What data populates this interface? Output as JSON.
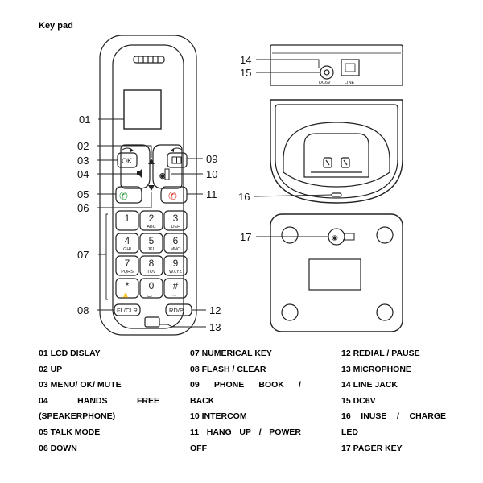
{
  "title": "Key pad",
  "callouts": {
    "n01": "01",
    "n02": "02",
    "n03": "03",
    "n04": "04",
    "n05": "05",
    "n06": "06",
    "n07": "07",
    "n08": "08",
    "n09": "09",
    "n10": "10",
    "n11": "11",
    "n12": "12",
    "n13": "13",
    "n14": "14",
    "n15": "15",
    "n16": "16",
    "n17": "17"
  },
  "handset": {
    "ok_label": "OK",
    "fl_clr_label": "FL/CLR",
    "rd_p_label": "RD/P",
    "keys": [
      {
        "digit": "1",
        "letters": ""
      },
      {
        "digit": "2",
        "letters": "ABC"
      },
      {
        "digit": "3",
        "letters": "DEF"
      },
      {
        "digit": "4",
        "letters": "GHI"
      },
      {
        "digit": "5",
        "letters": "JKL"
      },
      {
        "digit": "6",
        "letters": "MNO"
      },
      {
        "digit": "7",
        "letters": "PQRS"
      },
      {
        "digit": "8",
        "letters": "TUV"
      },
      {
        "digit": "9",
        "letters": "WXYZ"
      },
      {
        "digit": "*",
        "letters": ""
      },
      {
        "digit": "0",
        "letters": ""
      },
      {
        "digit": "#",
        "letters": ""
      }
    ]
  },
  "base": {
    "dc_label": "DC6V",
    "line_label": "LINE"
  },
  "legend": {
    "l01": "01 LCD DISLAY",
    "l02": "02 UP",
    "l03": "03 MENU/ OK/ MUTE",
    "l04_num": "04",
    "l04_a": "HANDS",
    "l04_b": "FREE",
    "l04_cont": "(SPEAKERPHONE)",
    "l05": "05 TALK MODE",
    "l06": "06 DOWN",
    "l07": "07 NUMERICAL KEY",
    "l08": "08 FLASH / CLEAR",
    "l09_a": "09",
    "l09_b": "PHONE",
    "l09_c": "BOOK",
    "l09_d": "/",
    "l09_cont": "BACK",
    "l10": "10 INTERCOM",
    "l11_a": "11",
    "l11_b": "HANG",
    "l11_c": "UP",
    "l11_d": "/",
    "l11_e": "POWER",
    "l11_cont": "OFF",
    "l12": "12 REDIAL / PAUSE",
    "l13": "13 MICROPHONE",
    "l14": "14 LINE JACK",
    "l15": "15 DC6V",
    "l16_a": "16",
    "l16_b": "INUSE",
    "l16_c": "/",
    "l16_d": "CHARGE",
    "l16_cont": "LED",
    "l17": "17 PAGER KEY"
  },
  "colors": {
    "talk_key": "#2e9a3e",
    "end_key": "#d43a2a",
    "line": "#222222"
  }
}
